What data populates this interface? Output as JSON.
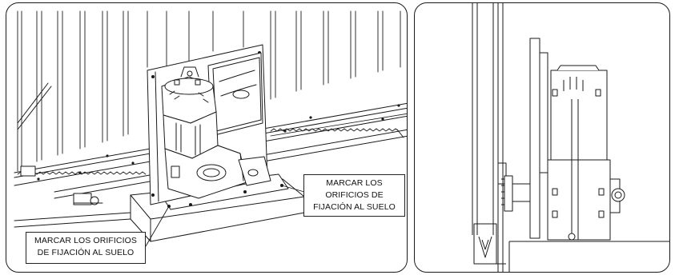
{
  "callouts": {
    "right": [
      "MARCAR LOS",
      "ORIFICIOS DE",
      "FIJACIÓN AL SUELO"
    ],
    "left": [
      "MARCAR LOS ORIFICIOS",
      "DE FIJACIÓN AL SUELO"
    ]
  },
  "colors": {
    "line": "#1a1a1a",
    "fill": "#ffffff",
    "shade": "#d9d9d9"
  }
}
